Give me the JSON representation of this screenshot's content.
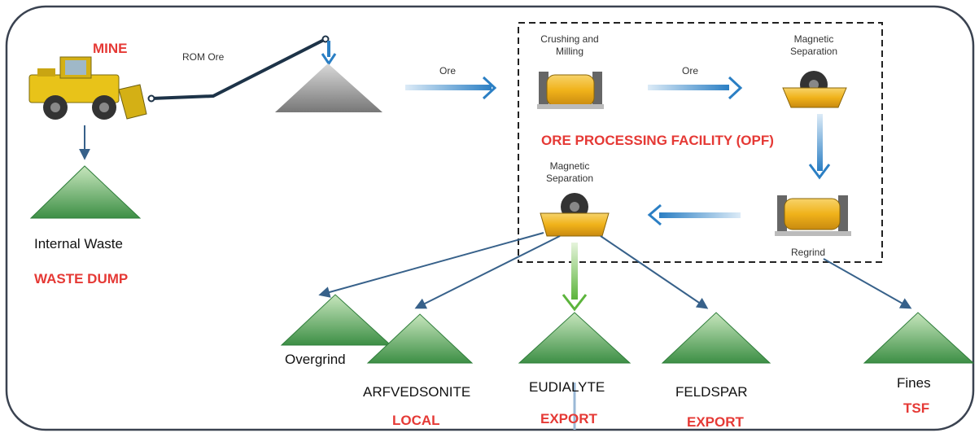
{
  "labels": {
    "mine": "MINE",
    "rom_ore": "ROM Ore",
    "ore_1": "Ore",
    "ore_2": "Ore",
    "crushing_line1": "Crushing and",
    "crushing_line2": "Milling",
    "magsep_top_line1": "Magnetic",
    "magsep_top_line2": "Separation",
    "opf": "ORE PROCESSING FACILITY (OPF)",
    "magsep_bottom_line1": "Magnetic",
    "magsep_bottom_line2": "Separation",
    "regrind": "Regrind",
    "internal_waste": "Internal Waste",
    "waste_dump": "WASTE DUMP",
    "overgrind": "Overgrind",
    "arfvedsonite": "ARFVEDSONITE",
    "local": "LOCAL",
    "eudialyte": "EUDIALYTE",
    "export_1": "EXPORT",
    "feldspar": "FELDSPAR",
    "export_2": "EXPORT",
    "fines": "Fines",
    "tsf": "TSF"
  },
  "colors": {
    "frame": "#3a4250",
    "red_text": "#e53935",
    "blue_arrow": "#2b7fc4",
    "flow_arrow": "#37618a",
    "green_arrow": "#6cc04a",
    "green_pile_dark": "#2e7d3a",
    "green_pile_light": "#dff0d6",
    "gray_pile": "#8a8a8a",
    "mill_yellow": "#f2b51c",
    "loader_yellow": "#e8c319"
  },
  "icons": [
    "front-loader-icon",
    "conveyor-icon",
    "ball-mill-icon",
    "magnetic-separator-icon",
    "stockpile-icon"
  ]
}
